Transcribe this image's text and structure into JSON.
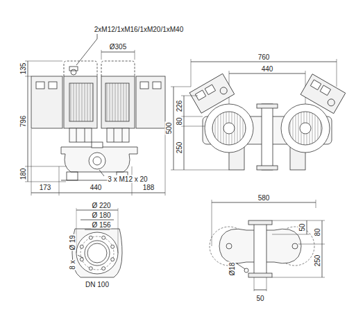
{
  "diagram": {
    "labels": [
      "2xM12/1xM16/1xM20/1xM40",
      "Ø305",
      "135",
      "796",
      "180",
      "3 x M12 x 20",
      "173",
      "440",
      "188",
      "760",
      "440",
      "500",
      "226",
      "80",
      "250",
      "Ø 220",
      "Ø 180",
      "Ø 156",
      "Ø 19",
      "8 x",
      "DN 100",
      "580",
      "50",
      "80",
      "250",
      "Ø18",
      "50"
    ]
  }
}
